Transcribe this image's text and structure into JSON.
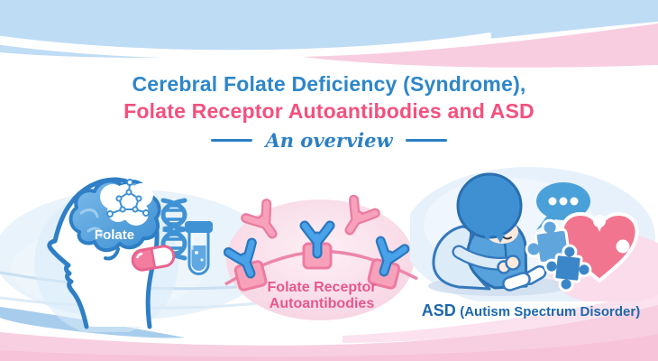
{
  "title": {
    "line1": "Cerebral Folate Deficiency (Syndrome),",
    "line2": "Folate Receptor Autoantibodies and ASD",
    "subtitle": "An overview"
  },
  "illustrations": {
    "brain": {
      "label": "Folate"
    },
    "receptor": {
      "label_line1": "Folate Receptor",
      "label_line2": "Autoantibodies"
    },
    "asd": {
      "abbr": "ASD",
      "full": "(Autism Spectrum Disorder)"
    }
  },
  "colors": {
    "title_blue": "#2e86c9",
    "title_pink": "#f4507e",
    "subtitle_blue": "#2b7fc4",
    "label_pink": "#e7578d",
    "label_blue": "#1d67ad",
    "band_blue": "#bfdcf5",
    "band_pink": "#f8cfe0",
    "brain_blue": "#4392d4",
    "antibody_blue": "#4aa2e8",
    "antibody_pink": "#f7a2ba",
    "heart_pink": "#f2758f"
  }
}
